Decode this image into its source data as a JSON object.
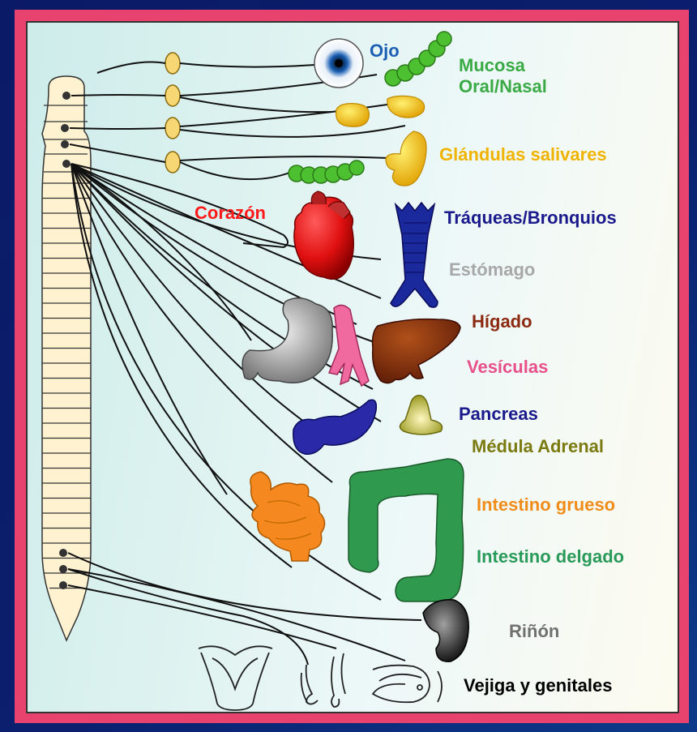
{
  "labels": {
    "ojo": "Ojo",
    "mucosa_1": "Mucosa",
    "mucosa_2": "Oral/Nasal",
    "glandulas": "Glándulas salivares",
    "corazon": "Corazón",
    "traqueas": "Tráqueas/Bronquios",
    "estomago": "Estómago",
    "higado": "Hígado",
    "vesiculas": "Vesículas",
    "pancreas": "Pancreas",
    "medula": "Médula Adrenal",
    "grueso": "Intestino grueso",
    "delgado": "Intestino delgado",
    "rinon": "Riñón",
    "vejiga": "Vejiga y genitales"
  },
  "colors": {
    "frame": "#e8436f",
    "background": "#0b1a66",
    "ojo": "#1a5fb4",
    "mucosa": "#3aaa45",
    "glandulas": "#f0b400",
    "corazon": "#ff1a1a",
    "traqueas": "#1a1a8c",
    "estomago": "#a0a0a0",
    "higado": "#8b2a10",
    "vesiculas": "#e8508a",
    "pancreas": "#1a1a8c",
    "medula": "#7a7a10",
    "grueso": "#f08c1a",
    "delgado": "#2a9a5a",
    "rinon": "#707070",
    "vejiga": "#000000"
  }
}
